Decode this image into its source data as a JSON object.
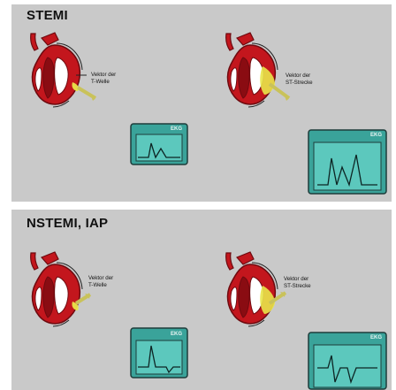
{
  "sections": {
    "top": {
      "title": "STEMI"
    },
    "bottom": {
      "title": "NSTEMI, IAP"
    }
  },
  "labels": {
    "vektor_der": "Vektor der",
    "t_welle": "T-Welle",
    "st_strecke": "ST-Strecke",
    "ekg": "EKG"
  },
  "colors": {
    "background": "#c9c9c9",
    "heart_red": "#c3161d",
    "heart_dark": "#8a0c12",
    "ischemia_yellow": "#e9e54a",
    "vector_arrow": "#d9d45a",
    "monitor_teal": "#3aa39a",
    "monitor_screen": "#5cc8bd",
    "monitor_frame": "#1d3c3a"
  },
  "icons": [
    "heart-cross-section",
    "ekg-monitor",
    "vector-arrow"
  ]
}
